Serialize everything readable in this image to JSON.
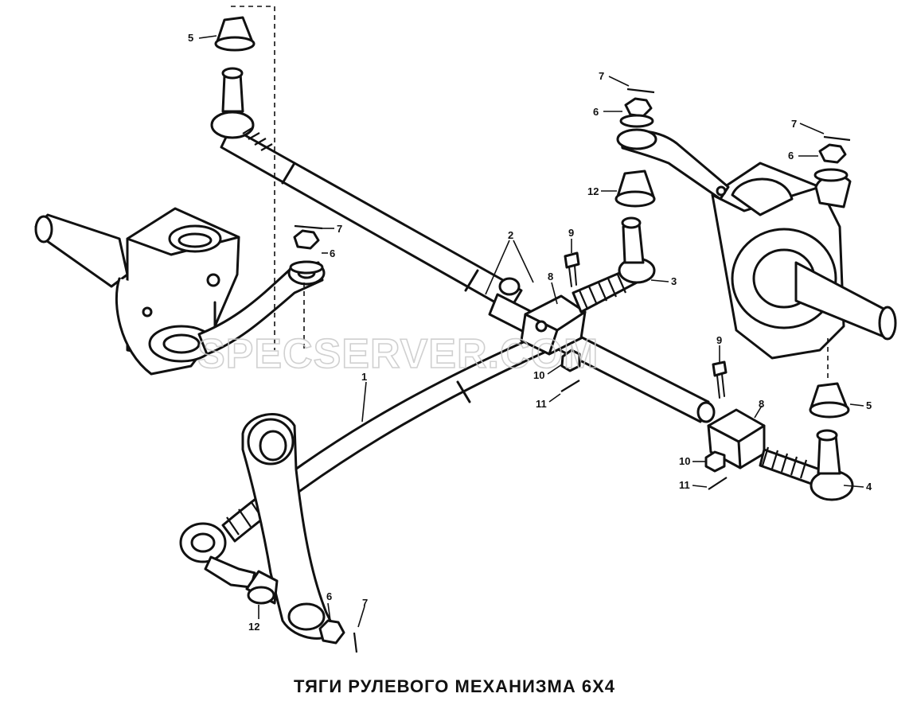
{
  "caption": "ТЯГИ РУЛЕВОГО МЕХАНИЗМА 6Х4",
  "watermark": "SPECSERVER.COM",
  "callouts": {
    "c1": "1",
    "c2": "2",
    "c3": "3",
    "c4": "4",
    "c5a": "5",
    "c5b": "5",
    "c6a": "6",
    "c6b": "6",
    "c6c": "6",
    "c6d": "6",
    "c7a": "7",
    "c7b": "7",
    "c7c": "7",
    "c7d": "7",
    "c8a": "8",
    "c8b": "8",
    "c9a": "9",
    "c9b": "9",
    "c10a": "10",
    "c10b": "10",
    "c11a": "11",
    "c11b": "11",
    "c12a": "12",
    "c12b": "12"
  },
  "colors": {
    "ink": "#111111",
    "paper": "#ffffff",
    "watermark": "#c8c8c8"
  }
}
